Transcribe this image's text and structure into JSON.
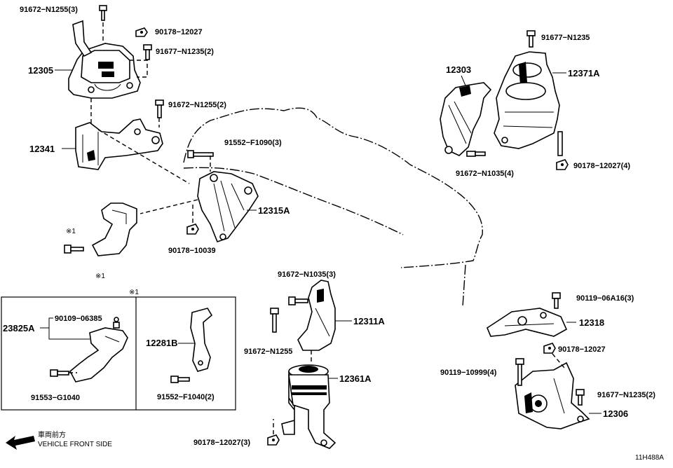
{
  "diagram_id": "11H488A",
  "direction": {
    "jp": "車両前方",
    "en": "VEHICLE FRONT SIDE"
  },
  "note_mark": "※1",
  "labels": {
    "n91672_n1255_3": "91672−N1255(3)",
    "n90178_12027_a": "90178−12027",
    "n91677_n1235_2a": "91677−N1235(2)",
    "p12305": "12305",
    "n91672_n1255_2": "91672−N1255(2)",
    "p12341": "12341",
    "n91552_f1090_3": "91552−F1090(3)",
    "p12315a": "12315A",
    "n90178_10039": "90178−10039",
    "note1a": "※1",
    "note1b": "※1",
    "note1c": "※1",
    "p12303": "12303",
    "n91677_n1235": "91677−N1235",
    "p12371a": "12371A",
    "n91672_n1035_4": "91672−N1035(4)",
    "n90178_12027_4": "90178−12027(4)",
    "n91672_n1035_3": "91672−N1035(3)",
    "p12311a": "12311A",
    "n91672_n1255": "91672−N1255",
    "p12361a": "12361A",
    "n90178_12027_3": "90178−12027(3)",
    "p23825a": "23825A",
    "n90109_06385": "90109−06385",
    "n91553_g1040": "91553−G1040",
    "p12281b": "12281B",
    "n91552_f1040_2": "91552−F1040(2)",
    "n90119_06a16_3": "90119−06A16(3)",
    "p12318": "12318",
    "n90178_12027_b": "90178−12027",
    "n90119_10999_4": "90119−10999(4)",
    "n91677_n1235_2b": "91677−N1235(2)",
    "p12306": "12306"
  }
}
